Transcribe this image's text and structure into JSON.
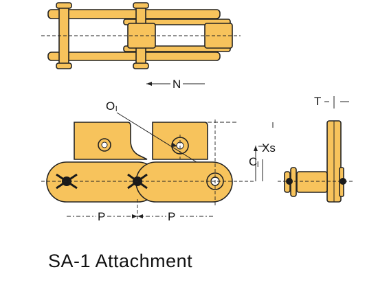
{
  "colors": {
    "fill": "#F7C35C",
    "stroke": "#222222",
    "dark": "#1a1a1a"
  },
  "labels": {
    "n": "N",
    "o": "O",
    "o_sub": "l",
    "t": "T",
    "xs": "Xs",
    "c": "C",
    "c_sub": "l",
    "p1": "P",
    "p2": "P"
  },
  "caption": "SA-1 Attachment"
}
